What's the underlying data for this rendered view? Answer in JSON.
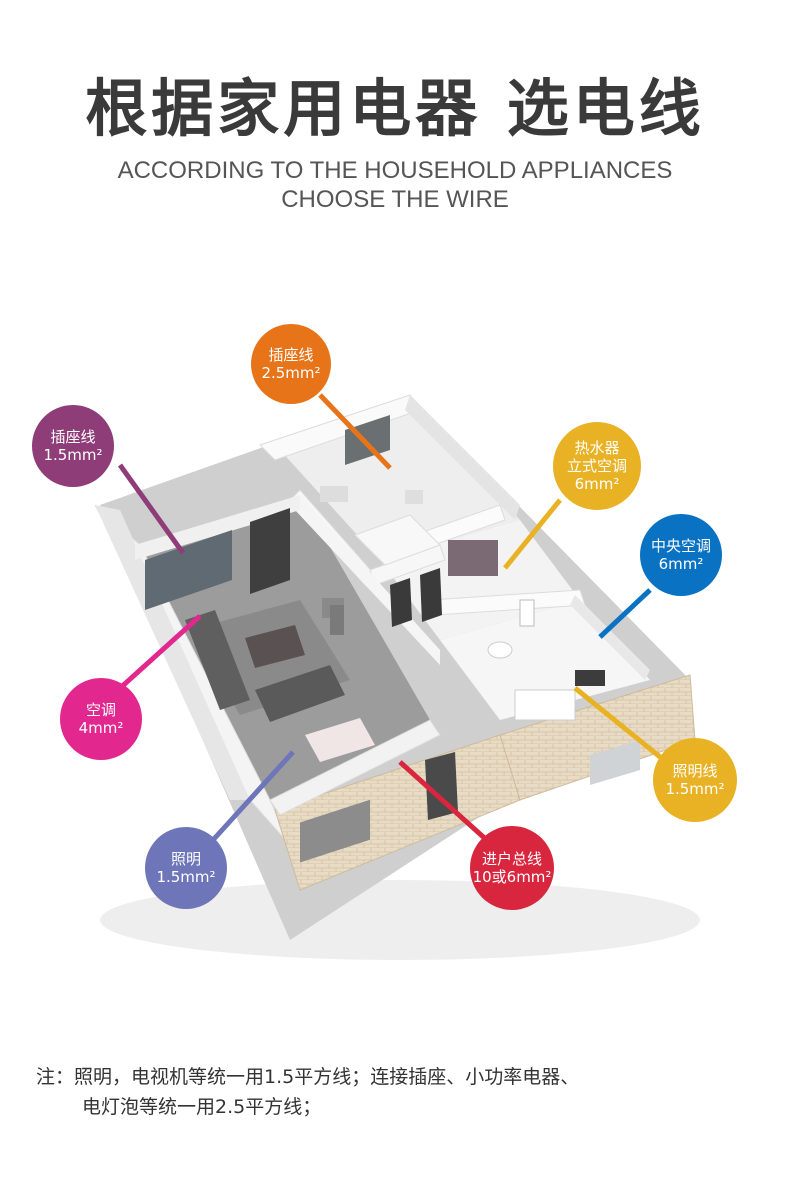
{
  "header": {
    "title": "根据家用电器  选电线",
    "subtitle_line1": "ACCORDING TO THE HOUSEHOLD APPLIANCES",
    "subtitle_line2": "CHOOSE THE WIRE"
  },
  "labels": [
    {
      "id": "socket-25",
      "line1": "插座线",
      "line2": "2.5mm²",
      "color": "#e8741a"
    },
    {
      "id": "socket-15",
      "line1": "插座线",
      "line2": "1.5mm²",
      "color": "#8e3d78"
    },
    {
      "id": "water-heater",
      "line1": "热水器",
      "line2": "立式空调",
      "line3": "6mm²",
      "color": "#e8b224"
    },
    {
      "id": "central-ac",
      "line1": "中央空调",
      "line2": "6mm²",
      "color": "#0a72c2"
    },
    {
      "id": "ac-4",
      "line1": "空调",
      "line2": "4mm²",
      "color": "#e2278f"
    },
    {
      "id": "lighting-wire",
      "line1": "照明线",
      "line2": "1.5mm²",
      "color": "#e8b224"
    },
    {
      "id": "lighting",
      "line1": "照明",
      "line2": "1.5mm²",
      "color": "#6e75b8"
    },
    {
      "id": "main-line",
      "line1": "进户总线",
      "line2": "10或6mm²",
      "color": "#d7263d"
    }
  ],
  "note": {
    "line1": "注：照明，电视机等统一用1.5平方线；连接插座、小功率电器、",
    "line2": "电灯泡等统一用2.5平方线；"
  }
}
